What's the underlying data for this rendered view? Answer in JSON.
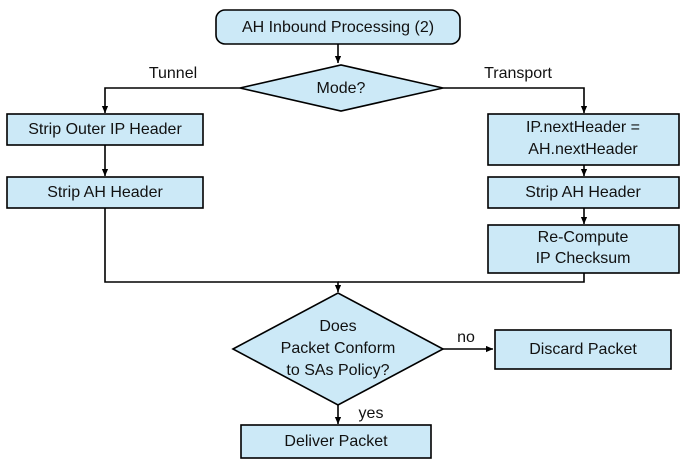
{
  "diagram": {
    "title": "AH Inbound Processing (2)",
    "colors": {
      "node_fill": "#cce9f7",
      "node_stroke": "#000000",
      "background": "#ffffff",
      "text": "#111111"
    },
    "nodes": {
      "start": {
        "label": "AH Inbound Processing (2)",
        "shape": "rounded-rectangle"
      },
      "mode_decision": {
        "label": "Mode?",
        "shape": "diamond"
      },
      "strip_outer_ip_header": {
        "label": "Strip Outer IP Header",
        "shape": "rectangle"
      },
      "strip_ah_header_tunnel": {
        "label": "Strip AH Header",
        "shape": "rectangle"
      },
      "ip_next_header_line1": {
        "label": "IP.nextHeader =",
        "shape": "rectangle"
      },
      "ip_next_header_line2": {
        "label": "AH.nextHeader",
        "shape": "rectangle"
      },
      "strip_ah_header_transport": {
        "label": "Strip AH Header",
        "shape": "rectangle"
      },
      "recompute_line1": {
        "label": "Re-Compute",
        "shape": "rectangle"
      },
      "recompute_line2": {
        "label": "IP Checksum",
        "shape": "rectangle"
      },
      "policy_decision_line1": {
        "label": "Does",
        "shape": "diamond"
      },
      "policy_decision_line2": {
        "label": "Packet Conform",
        "shape": "diamond"
      },
      "policy_decision_line3": {
        "label": "to SAs Policy?",
        "shape": "diamond"
      },
      "discard_packet": {
        "label": "Discard Packet",
        "shape": "rectangle"
      },
      "deliver_packet": {
        "label": "Deliver Packet",
        "shape": "rectangle"
      }
    },
    "edge_labels": {
      "tunnel": "Tunnel",
      "transport": "Transport",
      "no": "no",
      "yes": "yes"
    }
  }
}
